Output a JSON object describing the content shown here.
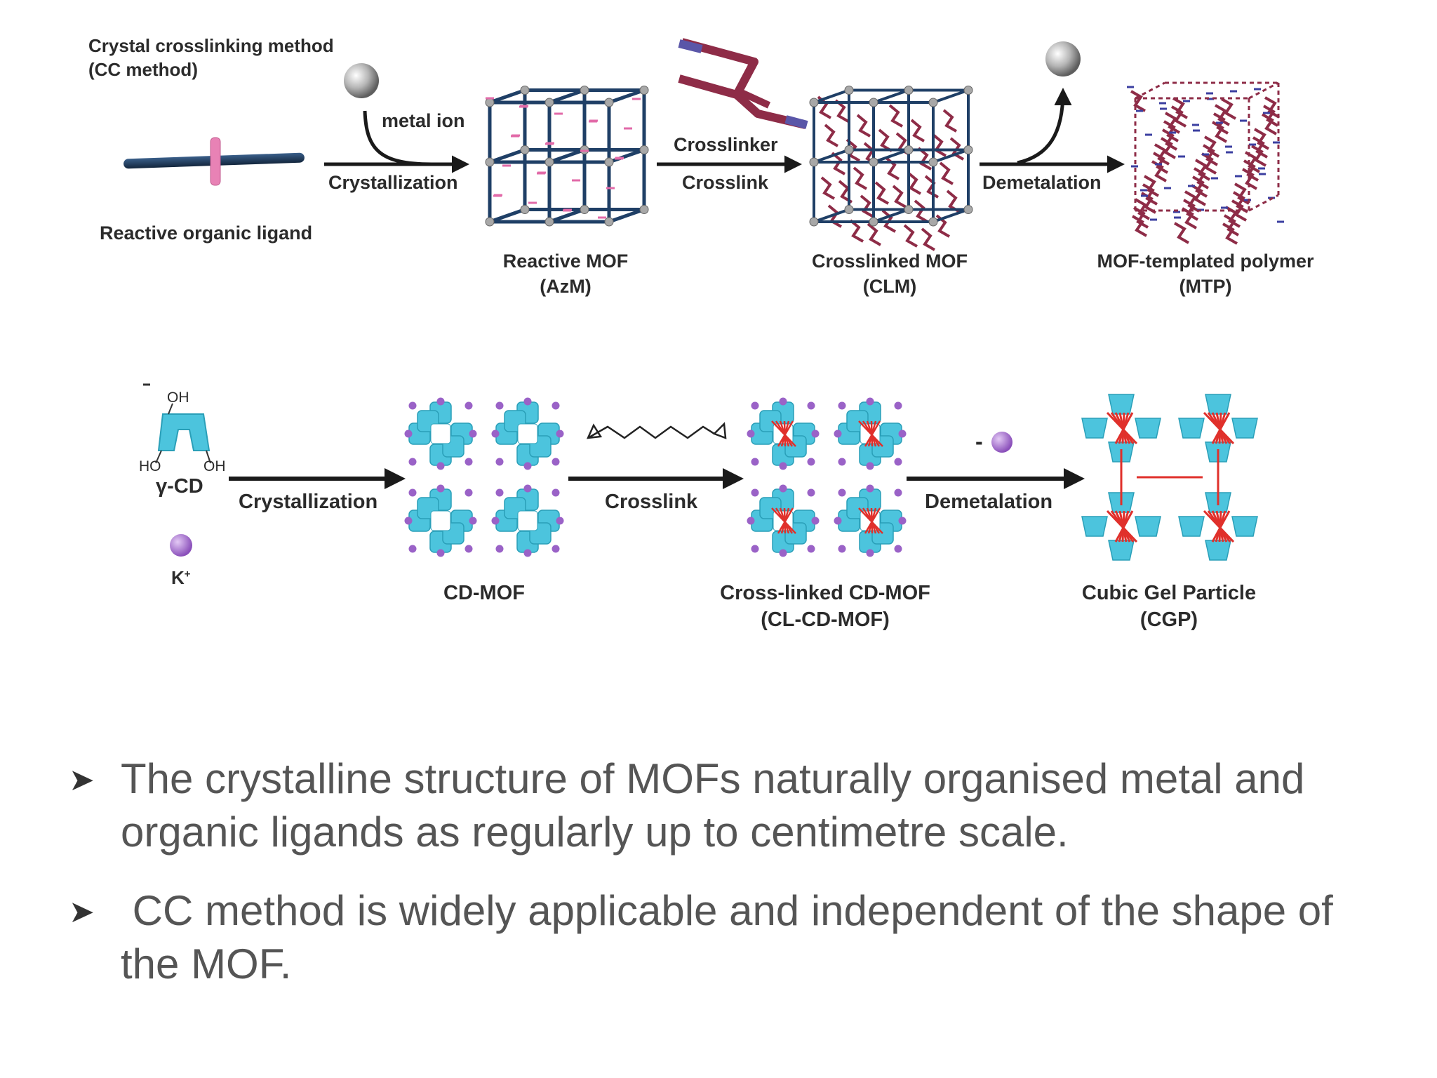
{
  "top_scheme": {
    "method_title": "Crystal crosslinking method",
    "method_abbrev": "(CC method)",
    "ligand_label": "Reactive organic ligand",
    "metal_ion_label": "metal ion",
    "step1_label": "Crystallization",
    "step2_top_label": "Crosslinker",
    "step2_label": "Crosslink",
    "step3_label": "Demetalation",
    "product1_name": "Reactive MOF",
    "product1_abbrev": "(AzM)",
    "product2_name": "Crosslinked MOF",
    "product2_abbrev": "(CLM)",
    "product3_name": "MOF-templated polymer",
    "product3_abbrev": "(MTP)"
  },
  "bottom_scheme": {
    "oh_top": "OH",
    "ho_left": "HO",
    "oh_right": "OH",
    "gamma_cd_label": "γ-CD",
    "potassium_label": "K",
    "potassium_charge": "+",
    "step1_label": "Crystallization",
    "step2_label": "Crosslink",
    "step3_label": "Demetalation",
    "minus_sign": "-",
    "product1_name": "CD-MOF",
    "product2_name": "Cross-linked CD-MOF",
    "product2_abbrev": "(CL-CD-MOF)",
    "product3_name": "Cubic Gel Particle",
    "product3_abbrev": "(CGP)"
  },
  "bullets": [
    {
      "marker": "➤",
      "text": "The crystalline structure of MOFs naturally organised metal and organic ligands as regularly up to centimetre scale."
    },
    {
      "marker": "➤",
      "text": " CC method is widely applicable and independent of the shape of the MOF."
    }
  ],
  "colors": {
    "lattice_blue": "#1f3f66",
    "node_gray": "#a8a8a8",
    "azide_pink": "#e26aa8",
    "crosslinker_red": "#8e2c47",
    "cd_cyan": "#4cc4dd",
    "potassium_purple": "#9a62c7",
    "gel_red": "#e0302b",
    "arrow_black": "#1a1a1a"
  }
}
